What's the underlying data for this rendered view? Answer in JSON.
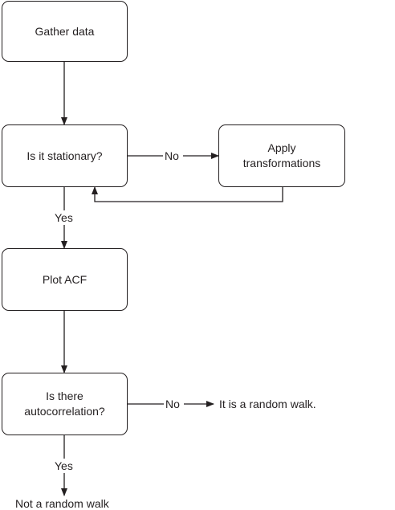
{
  "nodes": {
    "gather": {
      "text": "Gather data"
    },
    "stationary": {
      "text": "Is it stationary?"
    },
    "transform": {
      "line1": "Apply",
      "line2": "transformations"
    },
    "acf": {
      "text": "Plot ACF"
    },
    "autocorr": {
      "line1": "Is there",
      "line2": "autocorrelation?"
    }
  },
  "edge_labels": {
    "stationary_no": "No",
    "stationary_yes": "Yes",
    "autocorr_no": "No",
    "autocorr_yes": "Yes"
  },
  "outcomes": {
    "random_walk": "It is a random walk.",
    "not_random_walk": "Not a random walk"
  },
  "colors": {
    "stroke": "#231f20",
    "background": "#ffffff"
  }
}
